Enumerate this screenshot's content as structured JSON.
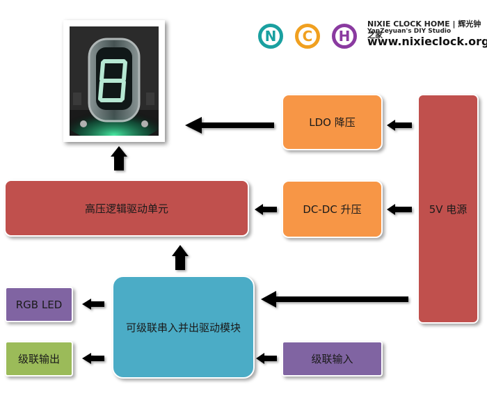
{
  "logo": {
    "letters": [
      "N",
      "C",
      "H"
    ],
    "colors": [
      "#1aa0a0",
      "#f0a020",
      "#8a3aa0"
    ],
    "line1": "NIXIE CLOCK HOME | 辉光钟之家",
    "line2": "YanZeyuan's DIY Studio",
    "line3": "www.nixieclock.org"
  },
  "photo": {
    "digit": "8"
  },
  "boxes": {
    "ldo": "LDO 降压",
    "dcdc": "DC-DC 升压",
    "power": "5V 电源",
    "hv": "高压逻辑驱动单元",
    "shift": "可级联串入并出驱动模块",
    "rgb": "RGB LED",
    "cascade_out": "级联输出",
    "cascade_in": "级联输入"
  }
}
